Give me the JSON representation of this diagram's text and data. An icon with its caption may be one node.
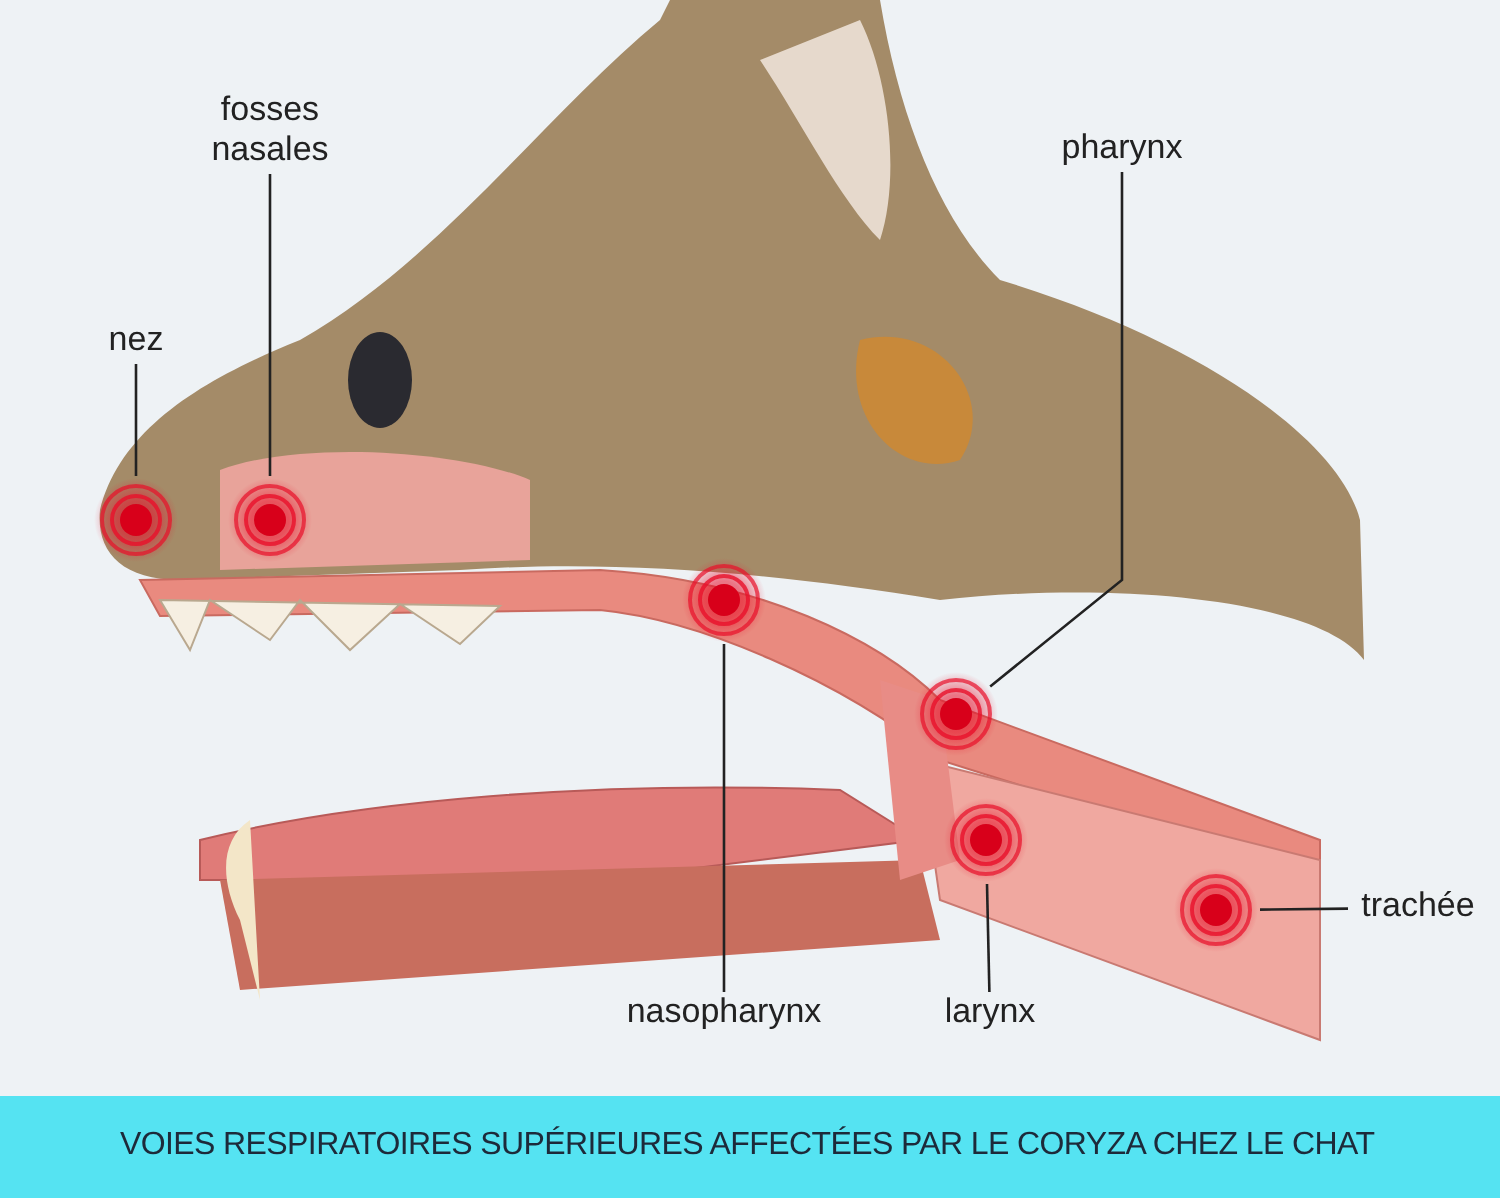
{
  "diagram": {
    "caption": "VOIES RESPIRATOIRES SUPÉRIEURES AFFECTÉES PAR LE CORYZA CHEZ LE CHAT",
    "nodes": [
      {
        "text": [
          "fosses nasales"
        ]
      },
      {
        "text": [
          "pharynx"
        ]
      },
      {
        "text": [
          "nez"
        ]
      },
      {
        "text": [
          "nasopharynx"
        ]
      },
      {
        "text": [
          "larynx"
        ]
      },
      {
        "text": [
          "trachée"
        ]
      },
      {
        "text": [],
        "shape": "circle"
      },
      {
        "text": [],
        "shape": "circle"
      },
      {
        "text": [],
        "shape": "circle"
      },
      {
        "text": [],
        "shape": "circle"
      },
      {
        "text": [],
        "shape": "circle"
      },
      {
        "text": [],
        "shape": "circle"
      }
    ],
    "edges": [
      {
        "from": 2,
        "to": 6,
        "arrow": "none"
      },
      {
        "from": 0,
        "to": 7,
        "arrow": "none"
      },
      {
        "from": 3,
        "to": 8,
        "arrow": "none"
      },
      {
        "from": 1,
        "to": 9,
        "arrow": "none"
      },
      {
        "from": 4,
        "to": 10,
        "arrow": "none"
      },
      {
        "from": 5,
        "to": 11,
        "arrow": "none"
      }
    ]
  }
}
